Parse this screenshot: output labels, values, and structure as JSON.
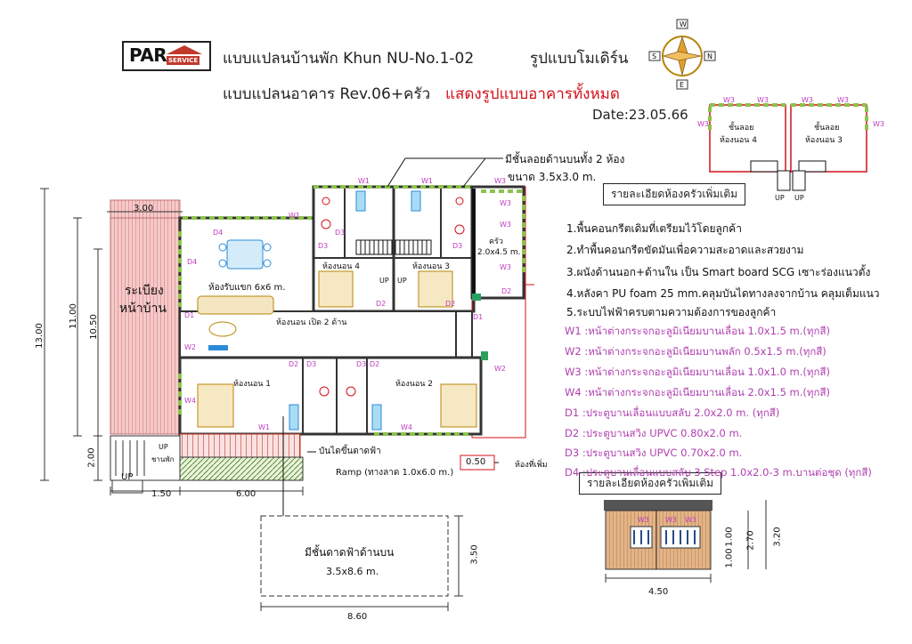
{
  "header": {
    "logo_main": "PAR",
    "logo_sub": "SERVICE",
    "title_line1": "แบบแปลนบ้านพัก Khun NU-No.1-02",
    "style_label": "รูปแบบโมเดิร์น",
    "title_line2": "แบบแปลนอาคาร Rev.06+ครัว",
    "subtitle_red": "แสดงรูปแบบอาคารทั้งหมด",
    "date": "Date:23.05.66",
    "compass": {
      "n": "N",
      "s": "S",
      "e": "E",
      "w": "W"
    }
  },
  "loft_panel": {
    "room4": "ชั้นลอย\nห้องนอน 4",
    "room4_a": "ชั้นลอย",
    "room4_b": "ห้องนอน 4",
    "room3_a": "ชั้นลอย",
    "room3_b": "ห้องนอน 3",
    "up1": "UP",
    "up2": "UP",
    "w3": "W3"
  },
  "callouts": {
    "loft_note": "มีชั้นลอยด้านบนทั้ง 2 ห้อง",
    "loft_size": "ขนาด 3.5x3.0 m.",
    "stairs_note": "บันไดขึ้นดาดฟ้า",
    "ramp_note": "Ramp (ทางลาด 1.0x6.0 m.)",
    "extra_room_value": "0.50",
    "extra_room_note": "ห้องที่เพิ่ม",
    "rooftop_title": "มีชั้นดาดฟ้าด้านบน",
    "rooftop_size": "3.5x8.6 m."
  },
  "detail_box_1": "รายละเอียดห้องครัวเพิ่มเติม",
  "detail_box_2": "รายละเอียดห้องครัวเพิ่มเติม",
  "notes": [
    "1.พื้นคอนกรีตเดิมที่เตรียมไว้โดยลูกค้า",
    "2.ทำพื้นคอนกรีตขัดมันเพื่อความสะอาดและสวยงาม",
    "3.ผนังด้านนอก+ด้านใน เป็น Smart board SCG เซาะร่องแนวตั้ง",
    "4.หลังคา PU foam 25 mm.คลุมบันไดทางลงจากบ้าน คลุมเต็มแนว",
    "5.ระบบไฟฟ้าครบตามความต้องการของลูกค้า"
  ],
  "legend": [
    "W1 :หน้าต่างกระจกอะลูมิเนียมบานเลื่อน 1.0x1.5 m.(ทุกสี)",
    "W2 :หน้าต่างกระจกอะลูมิเนียมบานพลัก 0.5x1.5 m.(ทุกสี)",
    "W3 :หน้าต่างกระจกอะลูมิเนียมบานเลื่อน 1.0x1.0 m.(ทุกสี)",
    "W4 :หน้าต่างกระจกอะลูมิเนียมบานเลื่อน 2.0x1.5 m.(ทุกสี)",
    "D1 :ประตูบานเลื่อนแบบสลับ 2.0x2.0 m. (ทุกสี)",
    "D2 :ประตูบานสวิง UPVC 0.80x2.0 m.",
    "D3 :ประตูบานสวิง UPVC 0.70x2.0 m.",
    "D4 :ประตูบานเลื่อนแบบสลับ 3 Step  1.0x2.0-3 m.บานต่อชุด (ทุกสี)"
  ],
  "rooms": {
    "porch": "ระเบียง\nหน้าบ้าน",
    "porch_a": "ระเบียง",
    "porch_b": "หน้าบ้าน",
    "living": "ห้องรับแขก 6x6 m.",
    "bed4": "ห้องนอน 4",
    "bed3": "ห้องนอน 3",
    "kitchen": "ครัว",
    "kitchen_size": "2.0x4.5 m.",
    "hall": "ห้องนอน เปิด 2 ด้าน",
    "bed1": "ห้องนอน 1",
    "bed2": "ห้องนอน 2",
    "up_deck": "UP",
    "deck": "ชานพัก",
    "up_bottom": "UP",
    "up_a": "UP",
    "up_b": "UP"
  },
  "tags": {
    "w1": "W1",
    "w2": "W2",
    "w3": "W3",
    "w4": "W4",
    "d1": "D1",
    "d2": "D2",
    "d3": "D3",
    "d4": "D4"
  },
  "dimensions": {
    "top_porch": "3.00",
    "left_total": "13.00",
    "left_mid": "11.00",
    "left_inner": "10.50",
    "left_bottom": "2.00",
    "bottom_a": "1.50",
    "bottom_b": "6.00",
    "rooftop_h": "3.50",
    "rooftop_w": "8.60",
    "elev_w": "4.50",
    "elev_h1": "1.00",
    "elev_h2": "1.00",
    "elev_h3": "2.70",
    "elev_h4": "3.20"
  },
  "colors": {
    "wall": "#333333",
    "porch": "#e89b9b",
    "accent_red": "#d4101a",
    "magenta": "#c03cc0",
    "window_green": "#8bc34a",
    "blue": "#2a8bd8",
    "wood": "#d9a878"
  }
}
